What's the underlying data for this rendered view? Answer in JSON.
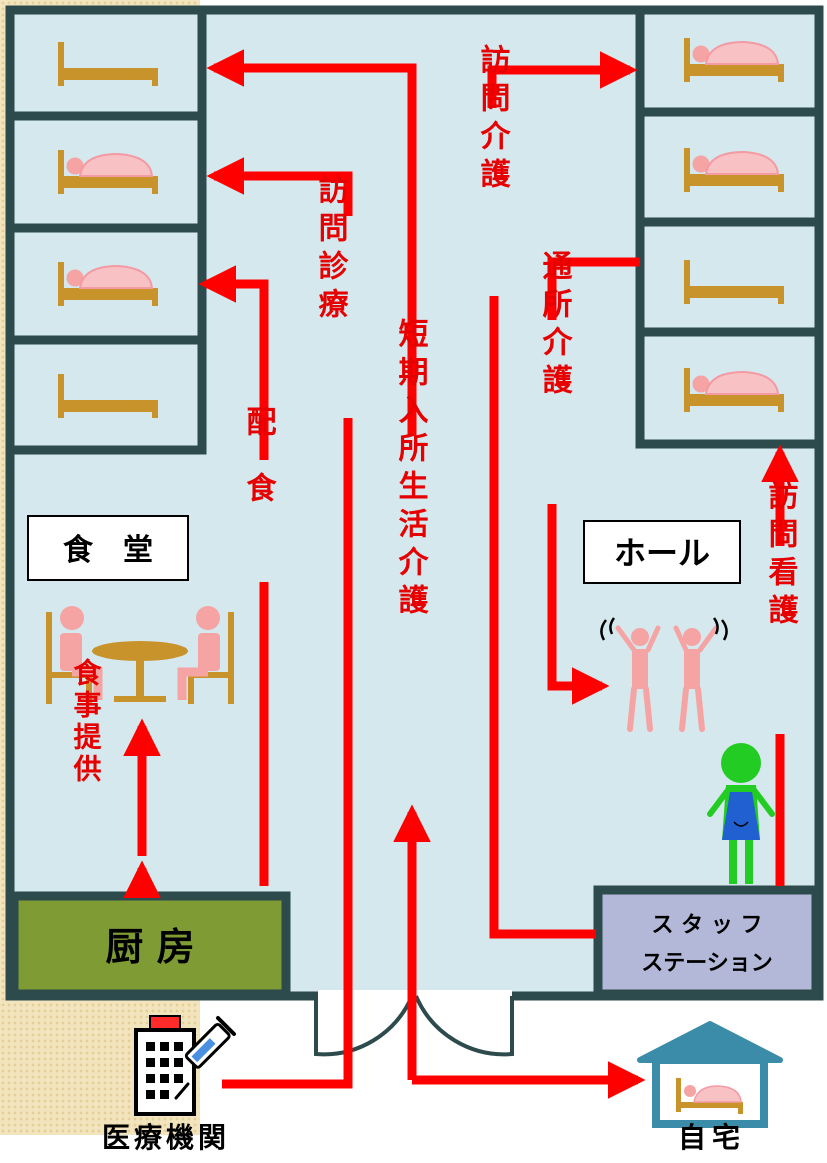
{
  "labels": {
    "visit_medical": "訪問診療",
    "short_stay": "短期入所生活介護",
    "visit_care": "訪問介護",
    "day_care": "通所介護",
    "visit_nursing": "訪問看護",
    "meal_delivery": "配食",
    "meal_service": "食事提供"
  },
  "rooms": {
    "dining": "食　堂",
    "hall": "ホール",
    "kitchen": "厨 房",
    "staff_line1": "ス タ ッ フ",
    "staff_line2": "ステーション"
  },
  "outside": {
    "medical": "医療機関",
    "home": "自宅"
  },
  "colors": {
    "wall": "#2d4a4d",
    "floor": "#d4e8ee",
    "arrow": "#ff0000",
    "label_text": "#e60000",
    "kitchen": "#7f9b33",
    "staff_station": "#b3b8d8"
  }
}
